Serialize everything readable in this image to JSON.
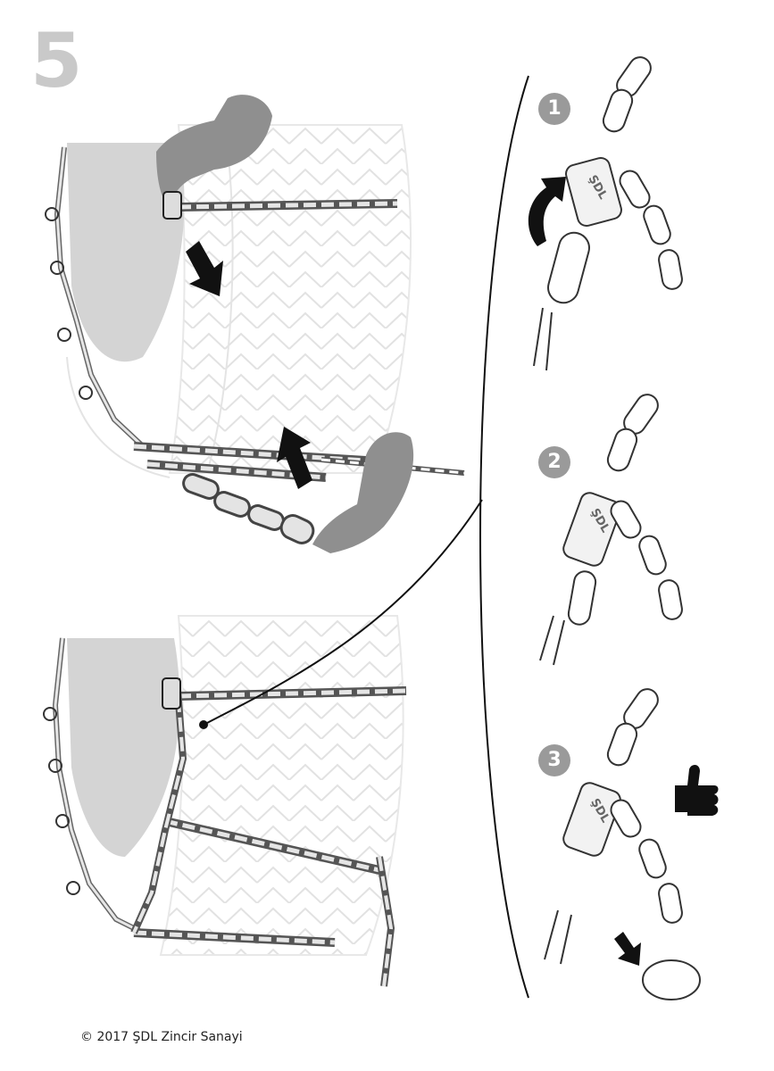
{
  "step": {
    "number": "5"
  },
  "detail": {
    "sub_steps": [
      {
        "number": "1"
      },
      {
        "number": "2"
      },
      {
        "number": "3"
      }
    ],
    "plate_text": "ŞDL"
  },
  "icons": {
    "pull_arrow": "pull-down-arrow-icon",
    "push_arrow": "push-up-arrow-icon",
    "curved_arrow": "curved-up-arrow-icon",
    "approval": "thumbs-up-icon",
    "remove_arrow": "remove-arrow-icon"
  },
  "colors": {
    "accent_gray": "#9a9a9a",
    "step_number_gray": "#c9c9c9",
    "hand_gray": "#8f8f8f",
    "tire_fill": "#d4d4d4",
    "ink": "#111111"
  },
  "footer": {
    "copyright": "© 2017 ŞDL Zincir Sanayi"
  }
}
